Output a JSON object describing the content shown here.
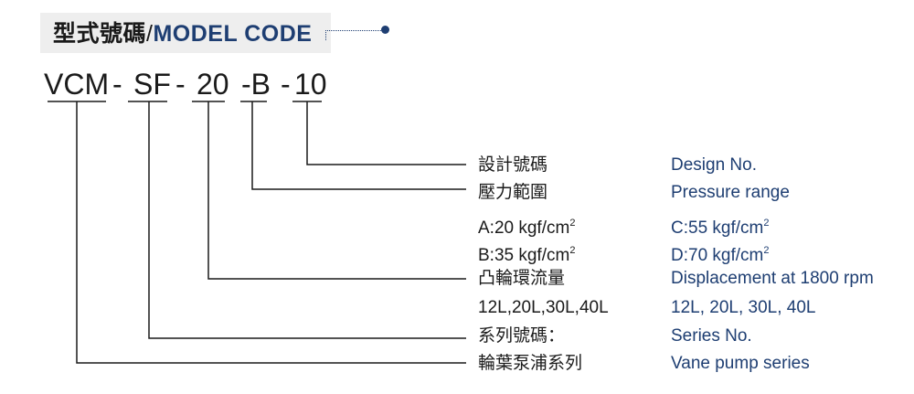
{
  "header": {
    "title_zh": "型式號碼",
    "slash": "/",
    "title_en": "MODEL CODE"
  },
  "code": {
    "segments": [
      "VCM",
      "SF",
      "20",
      "-B",
      "10"
    ],
    "separator": "-"
  },
  "rows": [
    {
      "zh": "設計號碼",
      "en": "Design No."
    },
    {
      "zh": "壓力範圍",
      "en": "Pressure range"
    },
    {
      "zh": "A:20 kgf/cm",
      "zh_sup": "2",
      "en": "C:55 kgf/cm",
      "en_sup": "2"
    },
    {
      "zh": "B:35 kgf/cm",
      "zh_sup": "2",
      "en": "D:70 kgf/cm",
      "en_sup": "2"
    },
    {
      "zh": "凸輪環流量",
      "en": "Displacement at 1800 rpm"
    },
    {
      "zh": "12L,20L,30L,40L",
      "en": "12L, 20L, 30L, 40L"
    },
    {
      "zh": "系列號碼：",
      "en": "Series No."
    },
    {
      "zh": "輪葉泵浦系列",
      "en": "Vane pump series"
    }
  ],
  "colors": {
    "accent": "#1e3e72",
    "text": "#1a1a1a",
    "heading_bg": "#eeeeee"
  }
}
